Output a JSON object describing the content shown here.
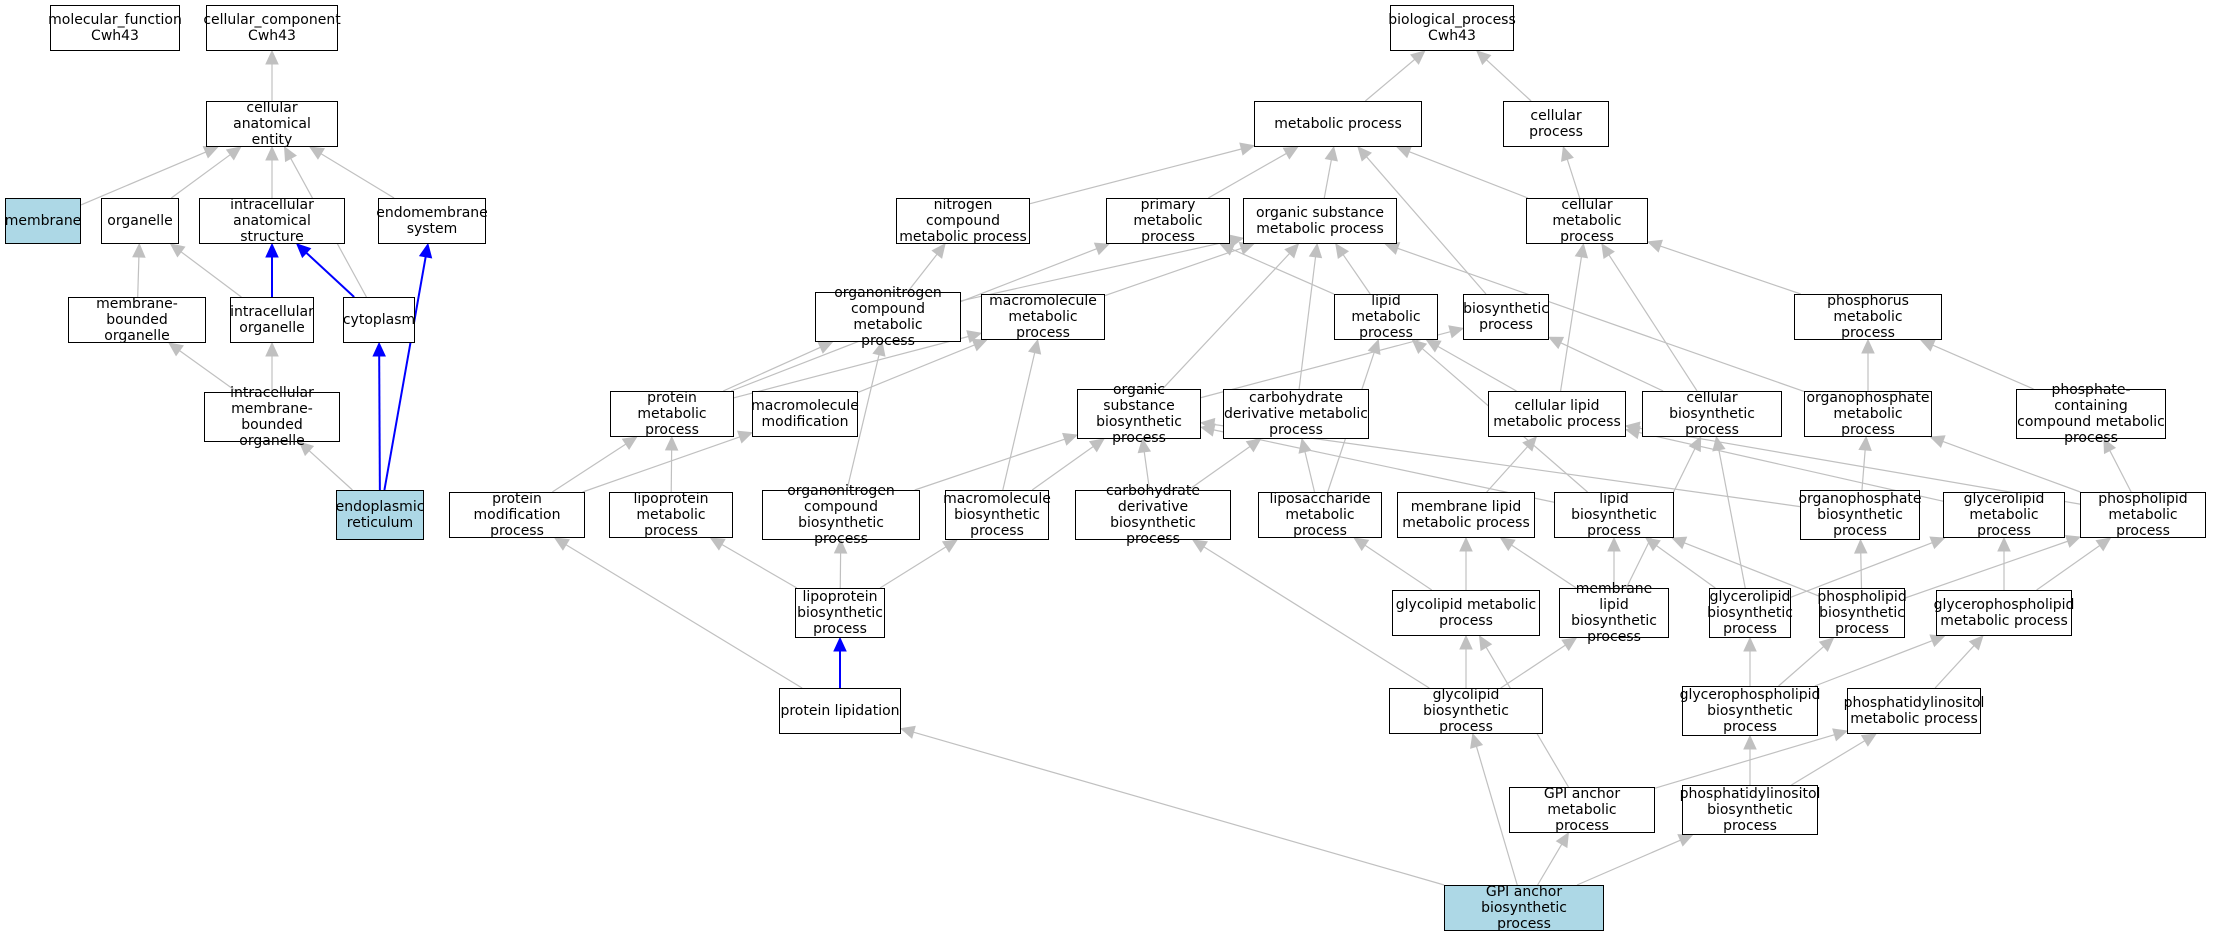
{
  "graph": {
    "nodes": [
      {
        "id": "mf",
        "label": "molecular_function\nCwh43"
      },
      {
        "id": "cc",
        "label": "cellular_component\nCwh43"
      },
      {
        "id": "bp",
        "label": "biological_process\nCwh43"
      },
      {
        "id": "cae",
        "label": "cellular anatomical\nentity"
      },
      {
        "id": "membrane",
        "label": "membrane",
        "highlight": true
      },
      {
        "id": "organelle",
        "label": "organelle"
      },
      {
        "id": "ias",
        "label": "intracellular\nanatomical structure"
      },
      {
        "id": "ems",
        "label": "endomembrane\nsystem"
      },
      {
        "id": "mbo",
        "label": "membrane-bounded\norganelle"
      },
      {
        "id": "io",
        "label": "intracellular\norganelle"
      },
      {
        "id": "cyto",
        "label": "cytoplasm"
      },
      {
        "id": "imbo",
        "label": "intracellular\nmembrane-bounded\norganelle"
      },
      {
        "id": "er",
        "label": "endoplasmic\nreticulum",
        "highlight": true
      },
      {
        "id": "mp",
        "label": "metabolic process"
      },
      {
        "id": "cp",
        "label": "cellular process"
      },
      {
        "id": "ncmp",
        "label": "nitrogen compound\nmetabolic process"
      },
      {
        "id": "pmp",
        "label": "primary metabolic\nprocess"
      },
      {
        "id": "osmp",
        "label": "organic substance\nmetabolic process"
      },
      {
        "id": "cmp",
        "label": "cellular metabolic\nprocess"
      },
      {
        "id": "ocmp",
        "label": "organonitrogen\ncompound metabolic\nprocess"
      },
      {
        "id": "macmp",
        "label": "macromolecule\nmetabolic process"
      },
      {
        "id": "lmp",
        "label": "lipid metabolic\nprocess"
      },
      {
        "id": "bsp",
        "label": "biosynthetic\nprocess"
      },
      {
        "id": "phmp",
        "label": "phosphorus metabolic\nprocess"
      },
      {
        "id": "prmp",
        "label": "protein metabolic\nprocess"
      },
      {
        "id": "mm",
        "label": "macromolecule\nmodification"
      },
      {
        "id": "osbp",
        "label": "organic substance\nbiosynthetic\nprocess"
      },
      {
        "id": "cdmp",
        "label": "carbohydrate\nderivative metabolic\nprocess"
      },
      {
        "id": "clmp",
        "label": "cellular lipid\nmetabolic process"
      },
      {
        "id": "cbp",
        "label": "cellular biosynthetic\nprocess"
      },
      {
        "id": "opmp",
        "label": "organophosphate\nmetabolic process"
      },
      {
        "id": "pccmp",
        "label": "phosphate-containing\ncompound metabolic\nprocess"
      },
      {
        "id": "pmodp",
        "label": "protein modification\nprocess"
      },
      {
        "id": "lpmp",
        "label": "lipoprotein\nmetabolic process"
      },
      {
        "id": "ocbp",
        "label": "organonitrogen\ncompound biosynthetic\nprocess"
      },
      {
        "id": "macbp",
        "label": "macromolecule\nbiosynthetic\nprocess"
      },
      {
        "id": "cdbp",
        "label": "carbohydrate\nderivative biosynthetic\nprocess"
      },
      {
        "id": "lsmp",
        "label": "liposaccharide\nmetabolic process"
      },
      {
        "id": "mlmp",
        "label": "membrane lipid\nmetabolic process"
      },
      {
        "id": "lbp",
        "label": "lipid biosynthetic\nprocess"
      },
      {
        "id": "opbp",
        "label": "organophosphate\nbiosynthetic\nprocess"
      },
      {
        "id": "glmp",
        "label": "glycerolipid\nmetabolic process"
      },
      {
        "id": "plmp",
        "label": "phospholipid\nmetabolic process"
      },
      {
        "id": "lpbp",
        "label": "lipoprotein\nbiosynthetic\nprocess"
      },
      {
        "id": "gcmp",
        "label": "glycolipid metabolic\nprocess"
      },
      {
        "id": "mlbp",
        "label": "membrane lipid\nbiosynthetic\nprocess"
      },
      {
        "id": "glbp",
        "label": "glycerolipid\nbiosynthetic\nprocess"
      },
      {
        "id": "plbp",
        "label": "phospholipid\nbiosynthetic\nprocess"
      },
      {
        "id": "gpmp",
        "label": "glycerophospholipid\nmetabolic process"
      },
      {
        "id": "plip",
        "label": "protein lipidation"
      },
      {
        "id": "gcbp",
        "label": "glycolipid biosynthetic\nprocess"
      },
      {
        "id": "gpbp",
        "label": "glycerophospholipid\nbiosynthetic\nprocess"
      },
      {
        "id": "pimp",
        "label": "phosphatidylinositol\nmetabolic process"
      },
      {
        "id": "gpimp",
        "label": "GPI anchor metabolic\nprocess"
      },
      {
        "id": "pibp",
        "label": "phosphatidylinositol\nbiosynthetic\nprocess"
      },
      {
        "id": "gpibp",
        "label": "GPI anchor biosynthetic\nprocess",
        "highlight": true
      }
    ],
    "edges": [
      {
        "from": "cae",
        "to": "cc"
      },
      {
        "from": "membrane",
        "to": "cae"
      },
      {
        "from": "organelle",
        "to": "cae"
      },
      {
        "from": "ias",
        "to": "cae"
      },
      {
        "from": "ems",
        "to": "cae"
      },
      {
        "from": "cyto",
        "to": "cae"
      },
      {
        "from": "mbo",
        "to": "organelle"
      },
      {
        "from": "io",
        "to": "organelle"
      },
      {
        "from": "io",
        "to": "ias",
        "strong": true
      },
      {
        "from": "cyto",
        "to": "ias",
        "strong": true
      },
      {
        "from": "imbo",
        "to": "mbo"
      },
      {
        "from": "imbo",
        "to": "io"
      },
      {
        "from": "er",
        "to": "imbo"
      },
      {
        "from": "er",
        "to": "cyto",
        "strong": true
      },
      {
        "from": "er",
        "to": "ems",
        "strong": true
      },
      {
        "from": "mp",
        "to": "bp"
      },
      {
        "from": "cp",
        "to": "bp"
      },
      {
        "from": "ncmp",
        "to": "mp"
      },
      {
        "from": "pmp",
        "to": "mp"
      },
      {
        "from": "osmp",
        "to": "mp"
      },
      {
        "from": "cmp",
        "to": "mp"
      },
      {
        "from": "cmp",
        "to": "cp"
      },
      {
        "from": "ocmp",
        "to": "ncmp"
      },
      {
        "from": "ocmp",
        "to": "osmp"
      },
      {
        "from": "macmp",
        "to": "osmp"
      },
      {
        "from": "lmp",
        "to": "pmp"
      },
      {
        "from": "lmp",
        "to": "osmp"
      },
      {
        "from": "bsp",
        "to": "mp"
      },
      {
        "from": "phmp",
        "to": "cmp"
      },
      {
        "from": "prmp",
        "to": "pmp"
      },
      {
        "from": "prmp",
        "to": "ocmp"
      },
      {
        "from": "prmp",
        "to": "macmp"
      },
      {
        "from": "mm",
        "to": "macmp"
      },
      {
        "from": "osbp",
        "to": "osmp"
      },
      {
        "from": "osbp",
        "to": "bsp"
      },
      {
        "from": "cdmp",
        "to": "osmp"
      },
      {
        "from": "clmp",
        "to": "lmp"
      },
      {
        "from": "clmp",
        "to": "cmp"
      },
      {
        "from": "cbp",
        "to": "bsp"
      },
      {
        "from": "cbp",
        "to": "cmp"
      },
      {
        "from": "opmp",
        "to": "phmp"
      },
      {
        "from": "opmp",
        "to": "osmp"
      },
      {
        "from": "pccmp",
        "to": "phmp"
      },
      {
        "from": "pmodp",
        "to": "prmp"
      },
      {
        "from": "pmodp",
        "to": "mm"
      },
      {
        "from": "lpmp",
        "to": "prmp"
      },
      {
        "from": "ocbp",
        "to": "ocmp"
      },
      {
        "from": "ocbp",
        "to": "osbp"
      },
      {
        "from": "macbp",
        "to": "macmp"
      },
      {
        "from": "macbp",
        "to": "osbp"
      },
      {
        "from": "cdbp",
        "to": "cdmp"
      },
      {
        "from": "cdbp",
        "to": "osbp"
      },
      {
        "from": "lsmp",
        "to": "cdmp"
      },
      {
        "from": "lsmp",
        "to": "lmp"
      },
      {
        "from": "mlmp",
        "to": "clmp"
      },
      {
        "from": "lbp",
        "to": "lmp"
      },
      {
        "from": "lbp",
        "to": "osbp"
      },
      {
        "from": "opbp",
        "to": "opmp"
      },
      {
        "from": "opbp",
        "to": "osbp"
      },
      {
        "from": "glmp",
        "to": "clmp"
      },
      {
        "from": "plmp",
        "to": "opmp"
      },
      {
        "from": "plmp",
        "to": "pccmp"
      },
      {
        "from": "plmp",
        "to": "clmp"
      },
      {
        "from": "lpbp",
        "to": "lpmp"
      },
      {
        "from": "lpbp",
        "to": "ocbp"
      },
      {
        "from": "lpbp",
        "to": "macbp"
      },
      {
        "from": "gcmp",
        "to": "mlmp"
      },
      {
        "from": "gcmp",
        "to": "lsmp"
      },
      {
        "from": "mlbp",
        "to": "mlmp"
      },
      {
        "from": "mlbp",
        "to": "lbp"
      },
      {
        "from": "mlbp",
        "to": "cbp"
      },
      {
        "from": "glbp",
        "to": "glmp"
      },
      {
        "from": "glbp",
        "to": "lbp"
      },
      {
        "from": "glbp",
        "to": "cbp"
      },
      {
        "from": "plbp",
        "to": "plmp"
      },
      {
        "from": "plbp",
        "to": "lbp"
      },
      {
        "from": "plbp",
        "to": "opbp"
      },
      {
        "from": "gpmp",
        "to": "glmp"
      },
      {
        "from": "gpmp",
        "to": "plmp"
      },
      {
        "from": "plip",
        "to": "pmodp"
      },
      {
        "from": "plip",
        "to": "lpbp",
        "strong": true
      },
      {
        "from": "gcbp",
        "to": "gcmp"
      },
      {
        "from": "gcbp",
        "to": "mlbp"
      },
      {
        "from": "gcbp",
        "to": "cdbp"
      },
      {
        "from": "gpbp",
        "to": "glbp"
      },
      {
        "from": "gpbp",
        "to": "plbp"
      },
      {
        "from": "gpbp",
        "to": "gpmp"
      },
      {
        "from": "pimp",
        "to": "gpmp"
      },
      {
        "from": "gpimp",
        "to": "gcmp"
      },
      {
        "from": "gpimp",
        "to": "pimp"
      },
      {
        "from": "pibp",
        "to": "pimp"
      },
      {
        "from": "pibp",
        "to": "gpbp"
      },
      {
        "from": "gpibp",
        "to": "plip"
      },
      {
        "from": "gpibp",
        "to": "gcbp"
      },
      {
        "from": "gpibp",
        "to": "gpimp"
      },
      {
        "from": "gpibp",
        "to": "pibp"
      }
    ]
  }
}
